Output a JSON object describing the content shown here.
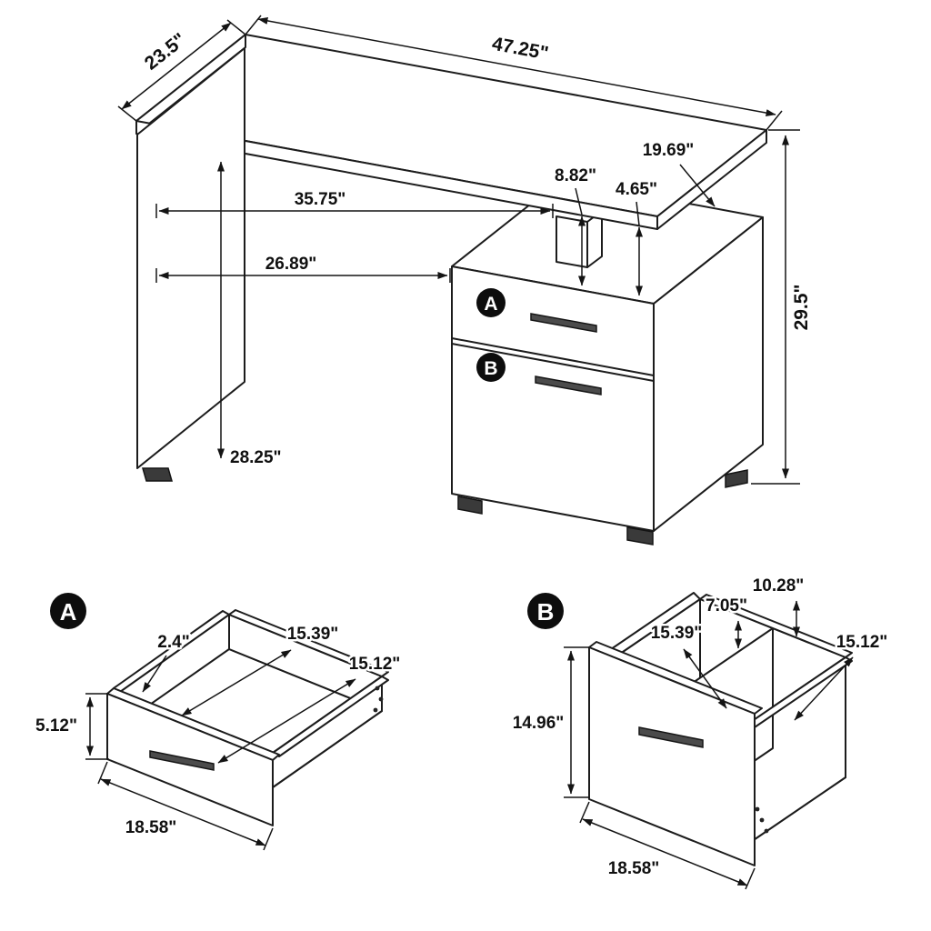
{
  "diagram": {
    "main": {
      "badge_a": "A",
      "badge_b": "B",
      "width": "47.25\"",
      "depth": "23.5\"",
      "height": "29.5\"",
      "leg_panel_height": "28.25\"",
      "knee_clearance_width": "35.75\"",
      "clearance_to_cabinet": "26.89\"",
      "top_overhang": "19.69\"",
      "support_height": "8.82\"",
      "gap_height": "4.65\""
    },
    "detail_a": {
      "badge": "A",
      "front_height": "5.12\"",
      "front_width": "18.58\"",
      "lip": "2.4\"",
      "inner_depth": "15.39\"",
      "inner_width": "15.12\""
    },
    "detail_b": {
      "badge": "B",
      "front_height": "14.96\"",
      "front_width": "18.58\"",
      "back_offset": "10.28\"",
      "divider_offset": "7.05\"",
      "inner_depth": "15.39\"",
      "inner_width": "15.12\""
    }
  }
}
